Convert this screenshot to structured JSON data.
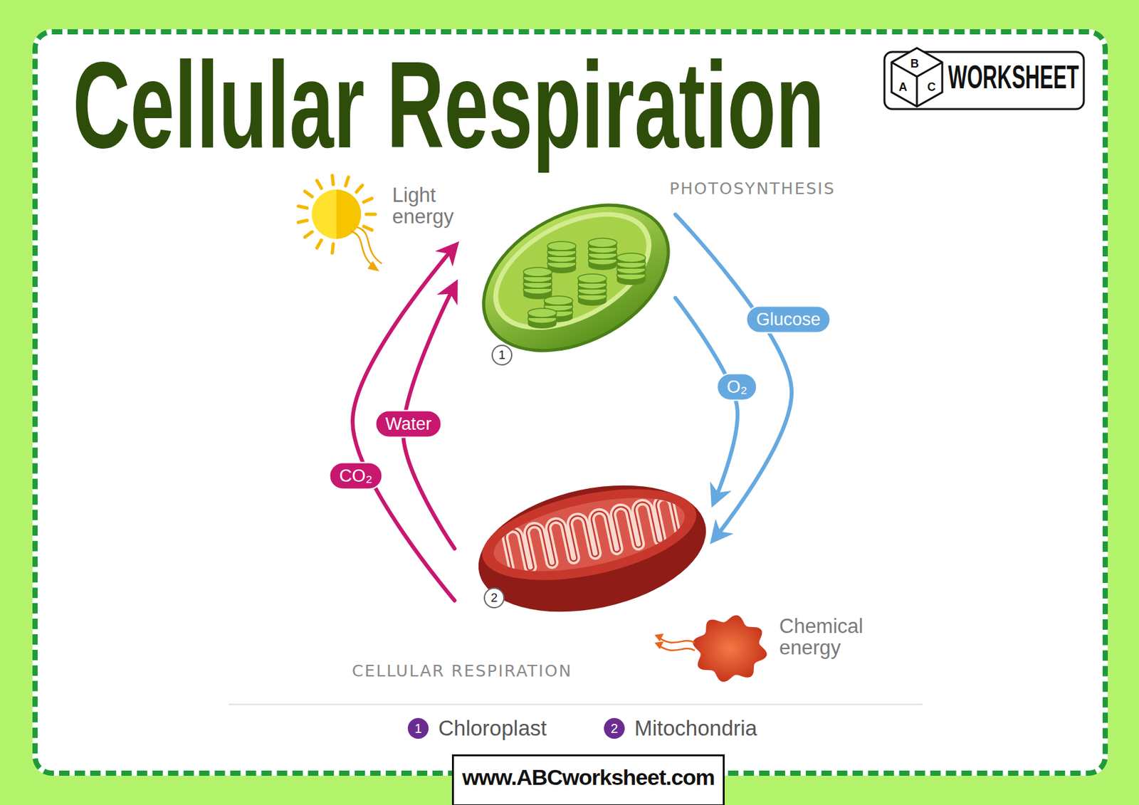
{
  "diagram": {
    "title": "Cellular Respiration",
    "nodes": [
      {
        "text": [
          "Light energy"
        ]
      },
      {
        "text": [
          "PHOTOSYNTHESIS",
          "1"
        ]
      },
      {
        "text": [
          "CELLULAR RESPIRATION",
          "2"
        ]
      },
      {
        "text": [
          "Chemical energy"
        ]
      }
    ],
    "edges": [
      {
        "from": 2,
        "to": 1,
        "label": "CO₂",
        "arrow": "to"
      },
      {
        "from": 2,
        "to": 1,
        "label": "Water",
        "arrow": "to"
      },
      {
        "from": 1,
        "to": 2,
        "label": "O₂",
        "arrow": "to"
      },
      {
        "from": 1,
        "to": 2,
        "label": "Glucose",
        "arrow": "to"
      }
    ],
    "labels": [
      "A",
      "B",
      "C",
      "WORKSHEET",
      "1",
      "2",
      "www.ABCworksheet.com"
    ],
    "legend": [
      {
        "text": "Chloroplast"
      },
      {
        "text": "Mitochondria"
      }
    ]
  }
}
